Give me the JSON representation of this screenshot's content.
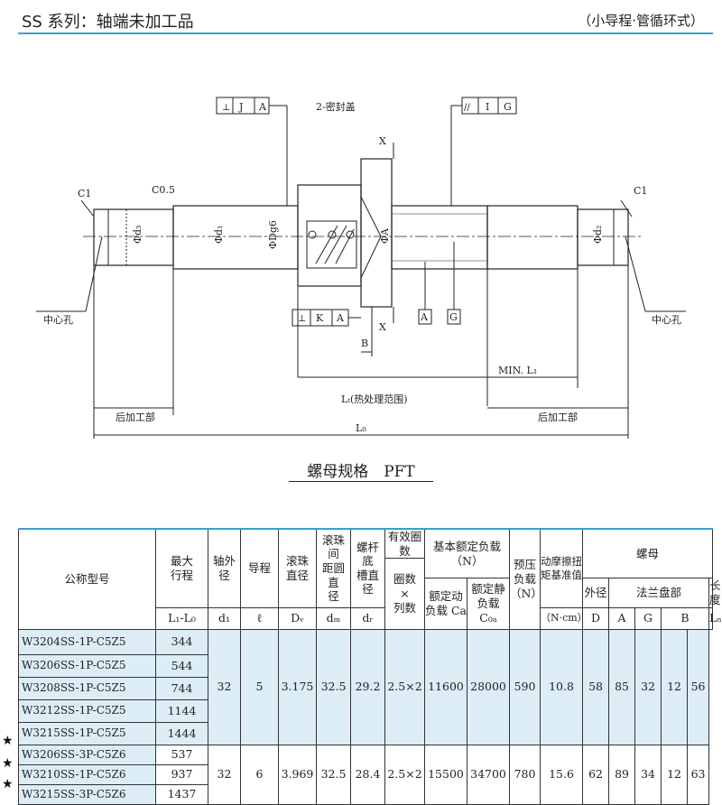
{
  "header": {
    "title": "SS 系列：轴端未加工品",
    "subtitle": "（小导程·管循环式）"
  },
  "drawing": {
    "j_frame": [
      "⊥",
      "J",
      "A"
    ],
    "seal": "2-密封盖",
    "g_frame": [
      "//",
      "I",
      "G"
    ],
    "k_frame": [
      "⊥",
      "K",
      "A"
    ],
    "c1_left": "C1",
    "c05": "C0.5",
    "c1_right": "C1",
    "d3": "Φd₃",
    "d1": "Φd₁",
    "dg6": "ΦDg6",
    "a": "ΦA",
    "d2": "Φd₂",
    "center_left": "中心孔",
    "center_right": "中心孔",
    "datum_a": "A",
    "datum_g": "G",
    "x": "X",
    "b": "B",
    "min_l1": "MIN. L₁",
    "lt": "Lₜ(热处理范围)",
    "rear_left": "后加工部",
    "rear_right": "后加工部",
    "lo": "L₀"
  },
  "section_title": "螺母规格　PFT",
  "table": {
    "headers": {
      "model": "公称型号",
      "stroke": "最大\n行程",
      "stroke_sym": "L₁-L₀",
      "shaft": "轴外径",
      "shaft_sym": "d₁",
      "lead": "导程",
      "lead_sym": "ℓ",
      "ball": "滚珠\n直径",
      "ball_sym": "Dᵥ",
      "pcd": "滚珠间\n距圆直\n径",
      "pcd_sym": "dₘ",
      "root": "螺杆底\n槽直径",
      "root_sym": "dᵣ",
      "turns": "有效圈数",
      "turns_sub": "圈数\n×\n列数",
      "load": "基本额定负载\n（N）",
      "dyn": "额定动\n负载 Ca",
      "stat": "额定静\n负载 C₀ₐ",
      "preload": "预压\n负载\n（N）",
      "torque": "动摩擦扭\n矩基准值",
      "torque_unit": "（N·cm）",
      "nut": "螺母",
      "od": "外径",
      "od_sym": "D",
      "flange": "法兰盘部",
      "fa": "A",
      "fg": "G",
      "fb": "B",
      "len": "长度",
      "len_sym": "Lₙ"
    },
    "group1": {
      "rows": [
        {
          "model": "W3204SS-1P-C5Z5",
          "stroke": "344"
        },
        {
          "model": "W3206SS-1P-C5Z5",
          "stroke": "544"
        },
        {
          "model": "W3208SS-1P-C5Z5",
          "stroke": "744"
        },
        {
          "model": "W3212SS-1P-C5Z5",
          "stroke": "1144"
        },
        {
          "model": "W3215SS-1P-C5Z5",
          "stroke": "1444"
        }
      ],
      "shaft": "32",
      "lead": "5",
      "ball": "3.175",
      "pcd": "32.5",
      "root": "29.2",
      "turns": "2.5×2",
      "ca": "11600",
      "coa": "28000",
      "preload": "590",
      "torque": "10.8",
      "d": "58",
      "a": "85",
      "g": "32",
      "b": "12",
      "ln": "56"
    },
    "group2": {
      "rows": [
        {
          "model": "W3206SS-3P-C5Z6",
          "stroke": "537",
          "star": "★"
        },
        {
          "model": "W3210SS-1P-C5Z6",
          "stroke": "937",
          "star": "★"
        },
        {
          "model": "W3215SS-3P-C5Z6",
          "stroke": "1437",
          "star": "★"
        }
      ],
      "shaft": "32",
      "lead": "6",
      "ball": "3.969",
      "pcd": "32.5",
      "root": "28.4",
      "turns": "2.5×2",
      "ca": "15500",
      "coa": "34700",
      "preload": "780",
      "torque": "15.6",
      "d": "62",
      "a": "89",
      "g": "34",
      "b": "12",
      "ln": "63"
    }
  }
}
